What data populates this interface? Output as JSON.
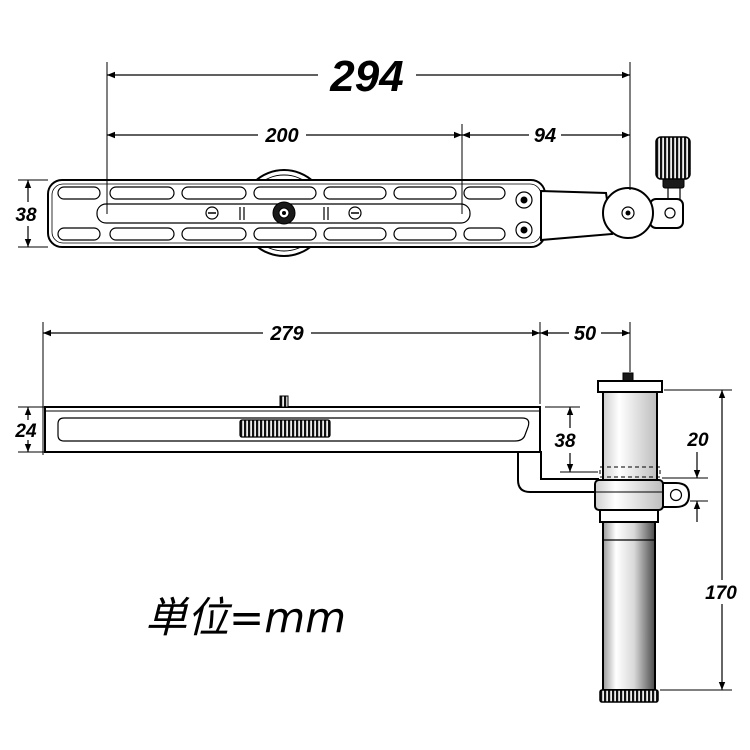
{
  "top_view": {
    "dim_total": "294",
    "dim_slot": "200",
    "dim_offset": "94",
    "dim_width": "38"
  },
  "side_view": {
    "dim_length": "279",
    "dim_offset": "50",
    "dim_thickness": "24",
    "dim_drop": "38",
    "dim_collar": "20",
    "dim_post": "170"
  },
  "unit_note": "単位=mm",
  "colors": {
    "line": "#000000",
    "background": "#ffffff",
    "dark_part": "#1a1a1a"
  }
}
